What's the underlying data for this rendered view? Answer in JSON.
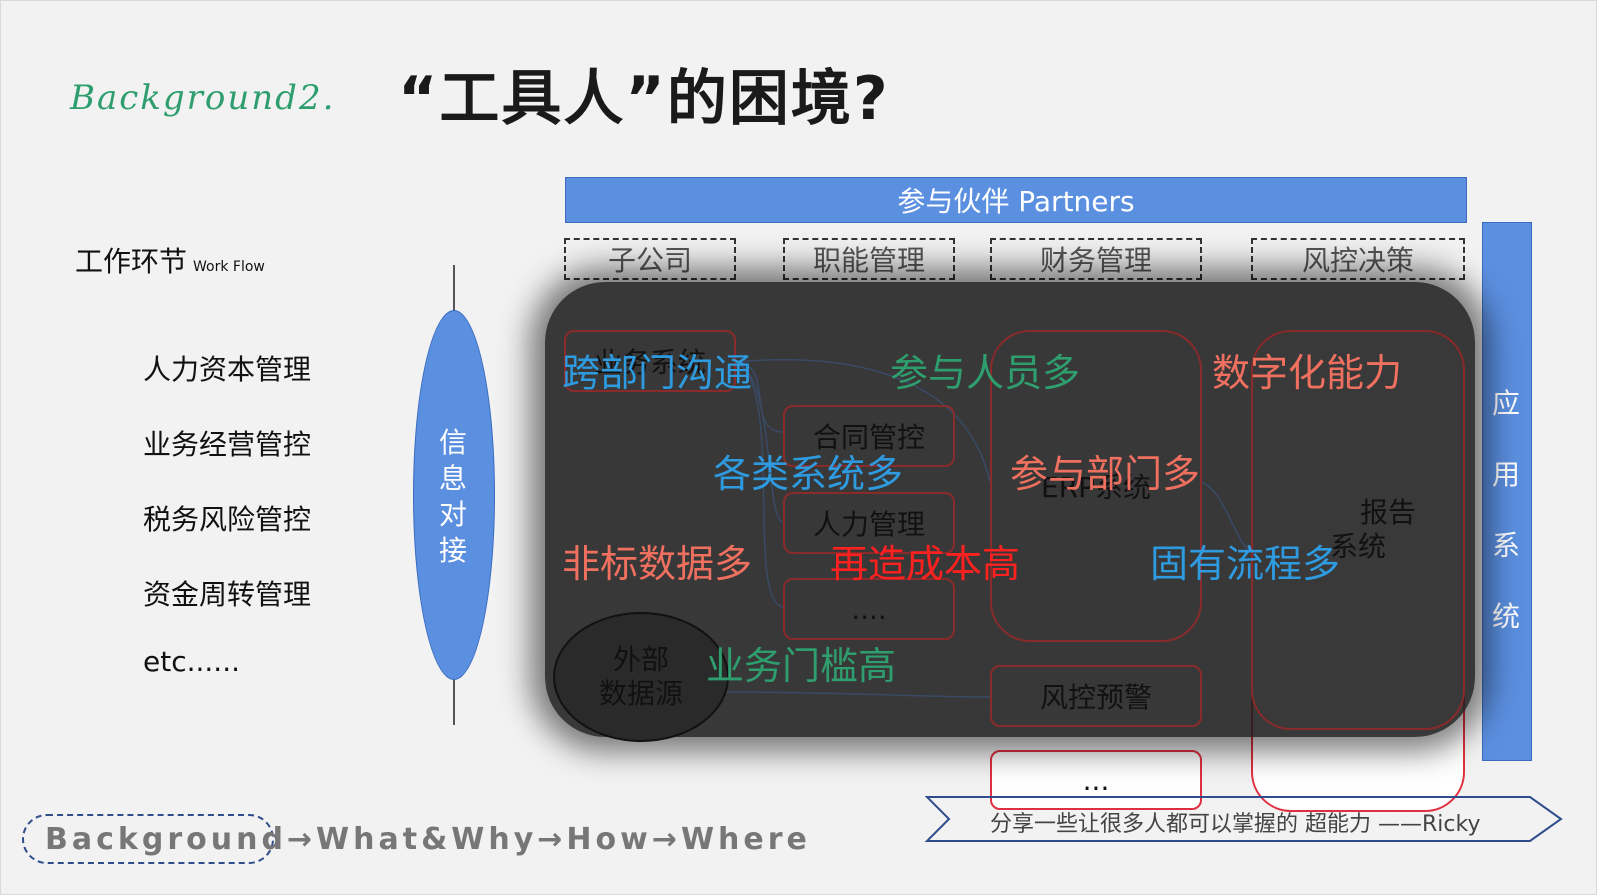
{
  "title": {
    "prefix": "Background2.",
    "main": "“工具人”的困境?"
  },
  "workflow": {
    "title": "工作环节",
    "title_en": "Work Flow",
    "items": [
      "人力资本管理",
      "业务经营管控",
      "税务风险管控",
      "资金周转管理",
      "etc......"
    ]
  },
  "info_connect": "信息对接",
  "partners": "参与伙伴 Partners",
  "categories": [
    "子公司",
    "职能管理",
    "财务管理",
    "风控决策"
  ],
  "app_system": "应用系统",
  "nodes": {
    "business_system": "业务系统",
    "contract": "合同管控",
    "hr": "人力管理",
    "dots4": "....",
    "erp": "ERP系统",
    "risk_warning": "风控预警",
    "report": "报告系统",
    "report_l1": "报告",
    "report_l2": "系统",
    "dots3": "...",
    "external": "外部数据源",
    "external_l1": "外部",
    "external_l2": "数据源"
  },
  "labels": {
    "cross_dept": "跨部门沟通",
    "many_people": "参与人员多",
    "digital": "数字化能力",
    "many_systems": "各类系统多",
    "many_depts": "参与部门多",
    "nonstandard": "非标数据多",
    "rebuild_cost": "再造成本高",
    "fixed_process": "固有流程多",
    "high_barrier": "业务门槛高"
  },
  "colors": {
    "blue_label": "#2e9be0",
    "green_label": "#2f9e6e",
    "salmon_label": "#f07060",
    "red_label": "#ff2020",
    "bar_blue": "#5b8fe0"
  },
  "nav": {
    "text": "Background→What&Why→How→Where"
  },
  "quote": "分享一些让很多人都可以掌握的 超能力 ——Ricky"
}
